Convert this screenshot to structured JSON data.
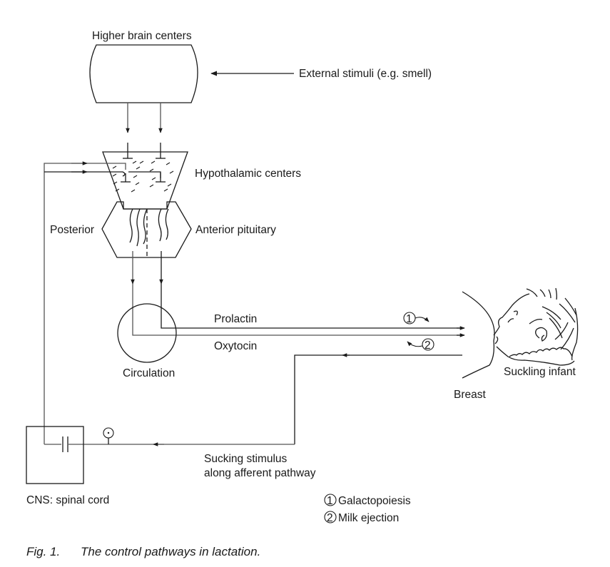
{
  "figure": {
    "caption_number": "Fig. 1.",
    "caption_text": "The control pathways in lactation."
  },
  "labels": {
    "higher_brain_centers": "Higher brain centers",
    "external_stimuli": "External stimuli (e.g. smell)",
    "hypothalamic_centers": "Hypothalamic centers",
    "posterior": "Posterior",
    "anterior_pituitary": "Anterior pituitary",
    "prolactin": "Prolactin",
    "oxytocin": "Oxytocin",
    "circulation": "Circulation",
    "breast": "Breast",
    "suckling_infant": "Suckling infant",
    "sucking_stimulus_line1": "Sucking stimulus",
    "sucking_stimulus_line2": "along afferent pathway",
    "cns_spinal_cord": "CNS: spinal cord"
  },
  "markers": {
    "one": "1",
    "two": "2"
  },
  "legend": [
    {
      "marker": "1",
      "label": "Galactopoiesis"
    },
    {
      "marker": "2",
      "label": "Milk ejection"
    }
  ]
}
